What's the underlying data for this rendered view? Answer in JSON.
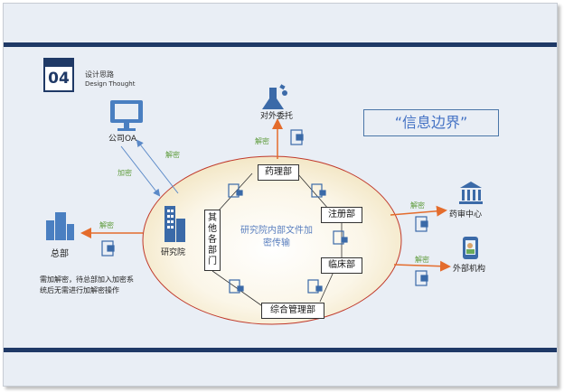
{
  "section": {
    "number": "04",
    "title_cn": "设计思路",
    "title_en": "Design Thought"
  },
  "title": "“信息边界”",
  "nodes": {
    "oa": "公司OA",
    "entrust": "对外委托",
    "institute": "研究院",
    "hq": "总部",
    "review": "药审中心",
    "external": "外部机构"
  },
  "departments": {
    "pharmacology": "药理部",
    "registration": "注册部",
    "clinical": "临床部",
    "management": "综合管理部",
    "others": [
      "其",
      "他",
      "各",
      "部",
      "门"
    ]
  },
  "center_text": "研究院内部文件加密传输",
  "flows": {
    "encrypt": "加密",
    "decrypt_oa": "解密",
    "decrypt_entrust": "解密",
    "decrypt_hq": "解密",
    "decrypt_review": "解密",
    "decrypt_external": "解密"
  },
  "note": "需加解密，待总部加入加密系统后无需进行加解密操作",
  "colors": {
    "navy": "#1f3966",
    "orange": "#e46c2c",
    "blue": "#5a89c8",
    "green": "#5d9b3a",
    "ellipse": "#c0392b"
  }
}
